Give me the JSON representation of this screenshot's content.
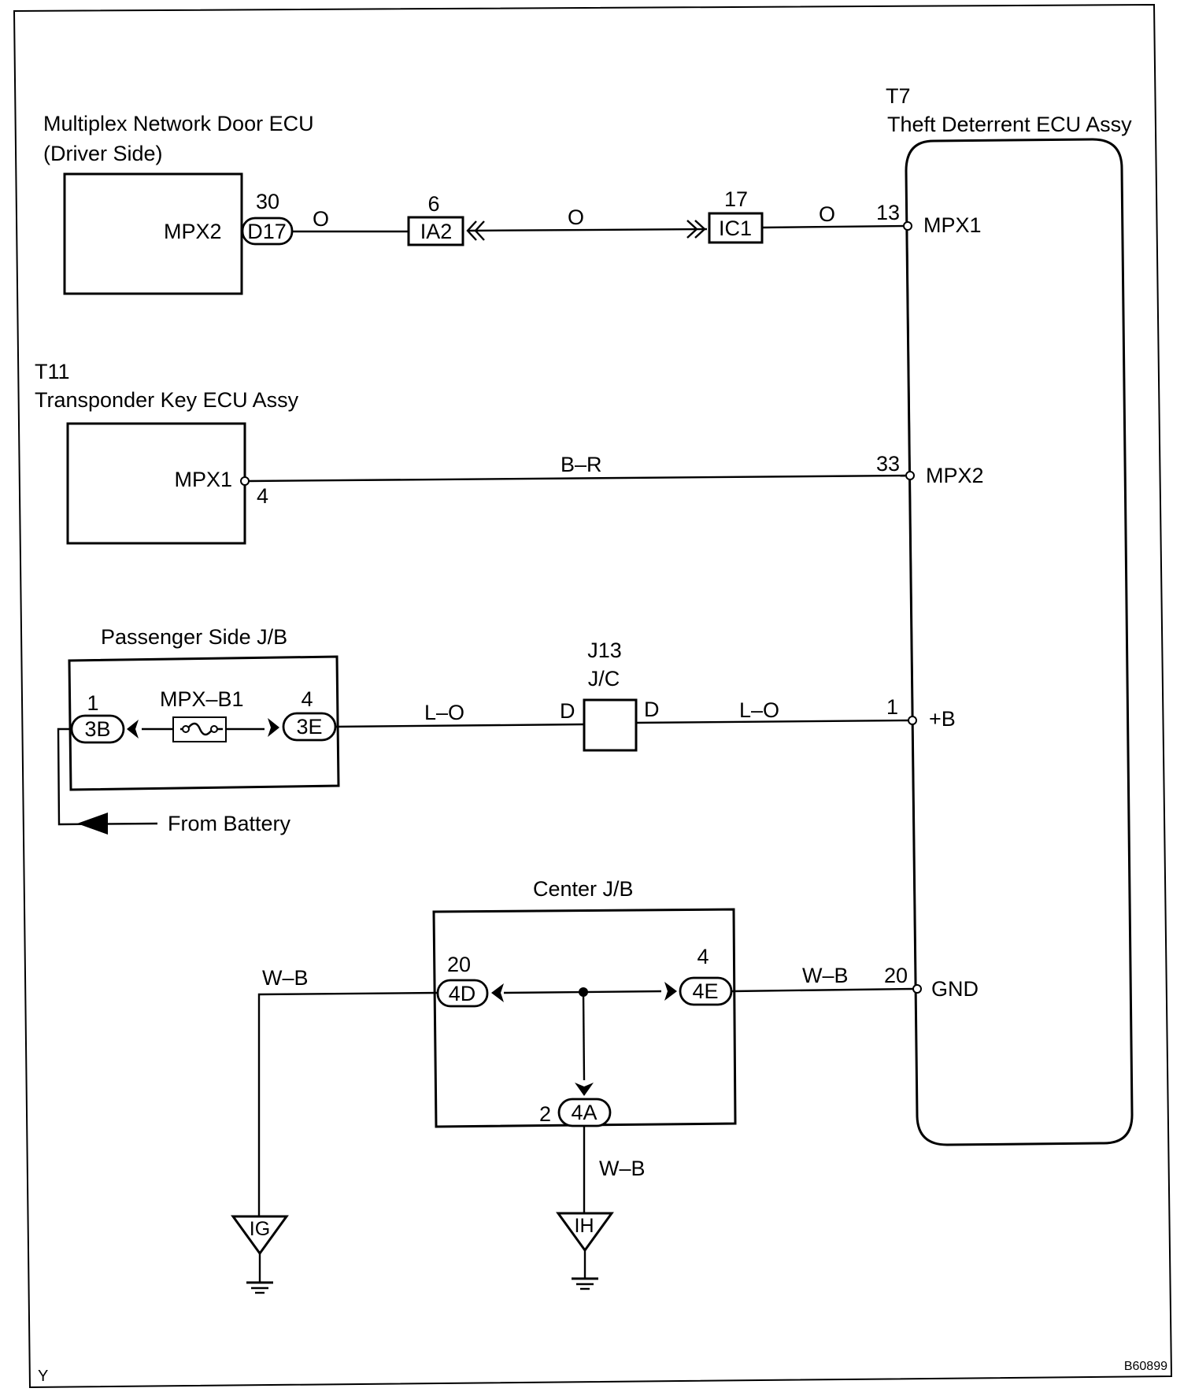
{
  "components": {
    "door_ecu": {
      "title_line1": "Multiplex Network Door ECU",
      "title_line2": "(Driver Side)",
      "pin_label": "MPX2"
    },
    "transponder": {
      "code": "T11",
      "title": "Transponder Key ECU Assy",
      "pin_label": "MPX1"
    },
    "theft_ecu": {
      "code": "T7",
      "title": "Theft Deterrent ECU Assy",
      "pin_mpx1": "MPX1",
      "pin_mpx2": "MPX2",
      "pin_b": "+B",
      "pin_gnd": "GND"
    },
    "passenger_jb": {
      "title": "Passenger Side J/B",
      "fuse": "MPX–B1"
    },
    "junction": {
      "code": "J13",
      "type": "J/C",
      "pin": "D"
    },
    "center_jb": {
      "title": "Center J/B"
    },
    "grounds": {
      "left": "IG",
      "right": "IH"
    },
    "battery": "From Battery"
  },
  "connectors": {
    "d17": "D17",
    "ia2": "IA2",
    "ic1": "IC1",
    "c3b": "3B",
    "c3e": "3E",
    "c4d": "4D",
    "c4e": "4E",
    "c4a": "4A"
  },
  "pins": {
    "d17": "30",
    "ia2": "6",
    "ic1": "17",
    "t7_mpx1": "13",
    "t11_mpx1": "4",
    "t7_mpx2": "33",
    "c3b": "1",
    "c3e": "4",
    "t7_b": "1",
    "c4d": "20",
    "c4e": "4",
    "c4a": "2",
    "t7_gnd": "20"
  },
  "wires": {
    "o": "O",
    "br": "B–R",
    "lo": "L–O",
    "wb": "W–B"
  },
  "footer": {
    "left": "Y",
    "right": "B60899"
  }
}
